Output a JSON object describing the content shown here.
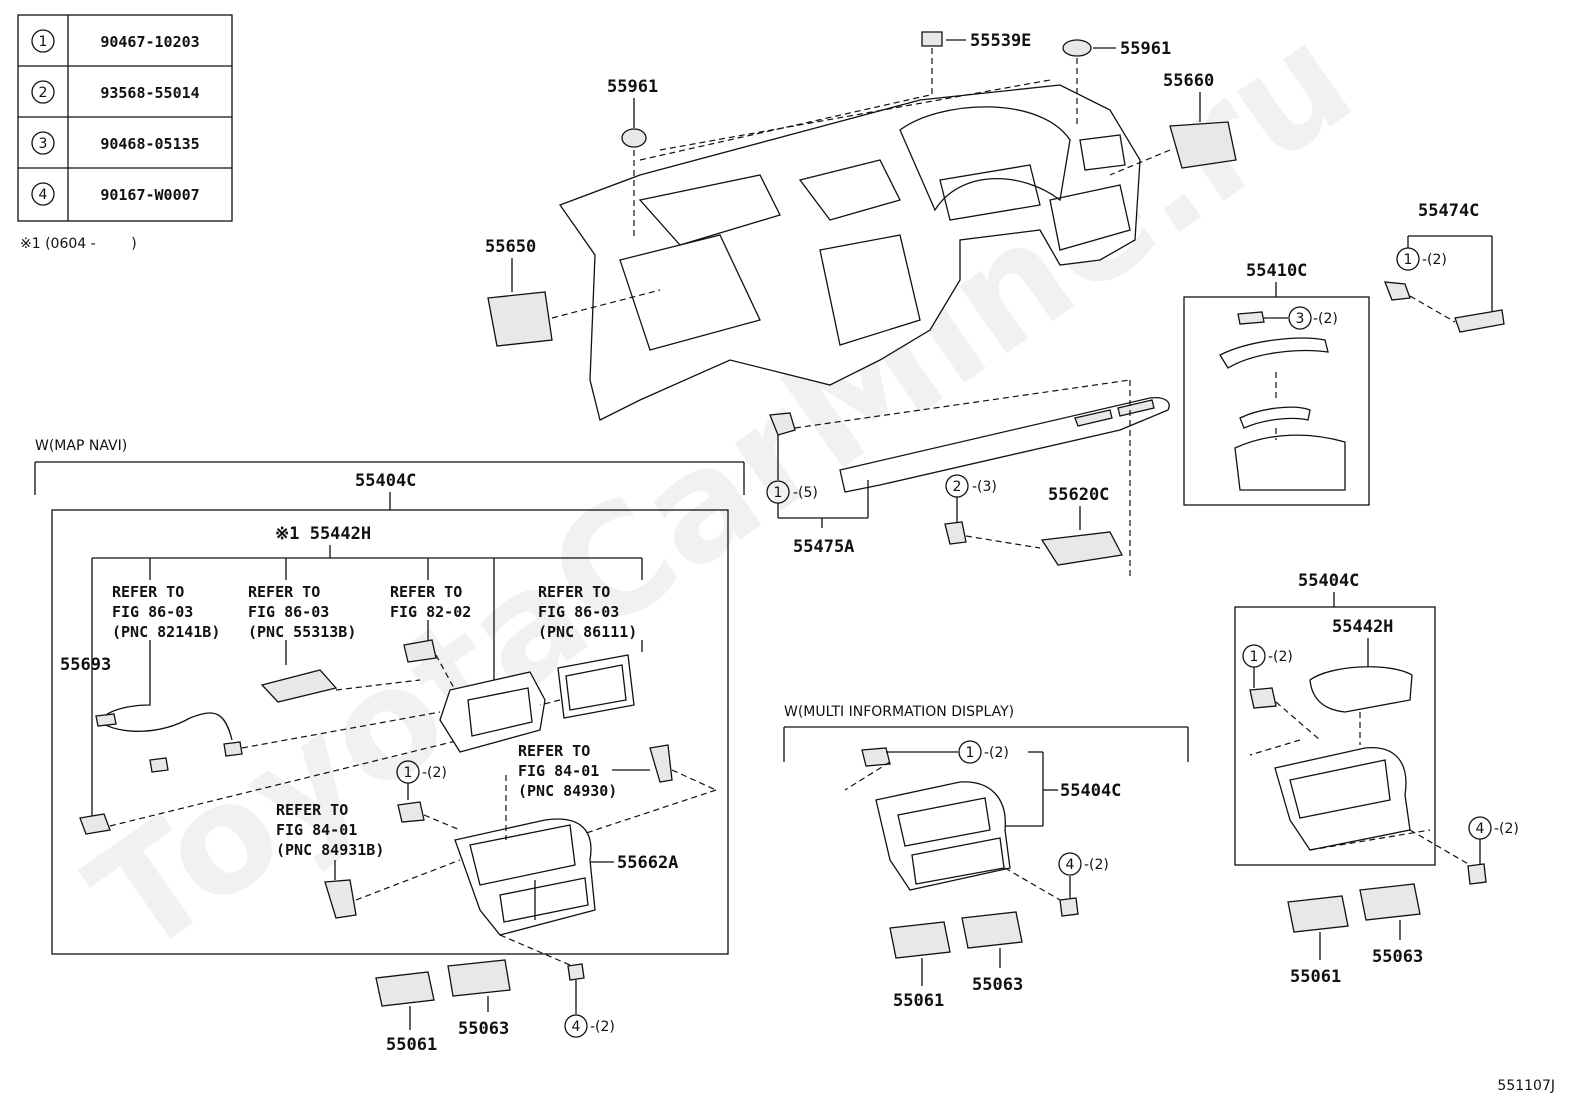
{
  "fastener_table": [
    {
      "num": "1",
      "part": "90467-10203"
    },
    {
      "num": "2",
      "part": "93568-55014"
    },
    {
      "num": "3",
      "part": "90468-05135"
    },
    {
      "num": "4",
      "part": "90167-W0007"
    }
  ],
  "footnote": "※1 (0604 -        )",
  "watermark": "ToyotaCarMine.ru",
  "diagram_id": "551107J",
  "top_labels": {
    "p55539E": "55539E",
    "p55961_right": "55961",
    "p55961_left": "55961",
    "p55660": "55660",
    "p55650": "55650",
    "p55474C": "55474C",
    "p55410C": "55410C",
    "p55475A": "55475A",
    "p55620C": "55620C"
  },
  "callouts": {
    "c55474C": {
      "num": "1",
      "qty": "-(2)"
    },
    "c55410C": {
      "num": "3",
      "qty": "-(2)"
    },
    "c55475A": {
      "num": "1",
      "qty": "-(5)"
    },
    "c55620C": {
      "num": "2",
      "qty": "-(3)"
    }
  },
  "map_navi": {
    "section_title": "W(MAP NAVI)",
    "assembly": "55404C",
    "sub_assembly": "※1 55442H",
    "p55693": "55693",
    "p55662A": "55662A",
    "p55061": "55061",
    "p55063": "55063",
    "refs": [
      {
        "l1": "REFER TO",
        "l2": "FIG 86-03",
        "l3": "(PNC 82141B)"
      },
      {
        "l1": "REFER TO",
        "l2": "FIG 86-03",
        "l3": "(PNC 55313B)"
      },
      {
        "l1": "REFER TO",
        "l2": "FIG 82-02",
        "l3": ""
      },
      {
        "l1": "REFER TO",
        "l2": "FIG 86-03",
        "l3": "(PNC 86111)"
      },
      {
        "l1": "REFER TO",
        "l2": "FIG 84-01",
        "l3": "(PNC 84930)"
      },
      {
        "l1": "REFER TO",
        "l2": "FIG 84-01",
        "l3": "(PNC 84931B)"
      }
    ],
    "callout_1": {
      "num": "1",
      "qty": "-(2)"
    },
    "callout_4": {
      "num": "4",
      "qty": "-(2)"
    }
  },
  "multi_info": {
    "section_title": "W(MULTI INFORMATION DISPLAY)",
    "assembly": "55404C",
    "p55061": "55061",
    "p55063": "55063",
    "callout_1": {
      "num": "1",
      "qty": "-(2)"
    },
    "callout_4": {
      "num": "4",
      "qty": "-(2)"
    }
  },
  "right_box": {
    "assembly": "55404C",
    "sub_assembly": "55442H",
    "p55061": "55061",
    "p55063": "55063",
    "callout_1": {
      "num": "1",
      "qty": "-(2)"
    },
    "callout_4": {
      "num": "4",
      "qty": "-(2)"
    }
  }
}
